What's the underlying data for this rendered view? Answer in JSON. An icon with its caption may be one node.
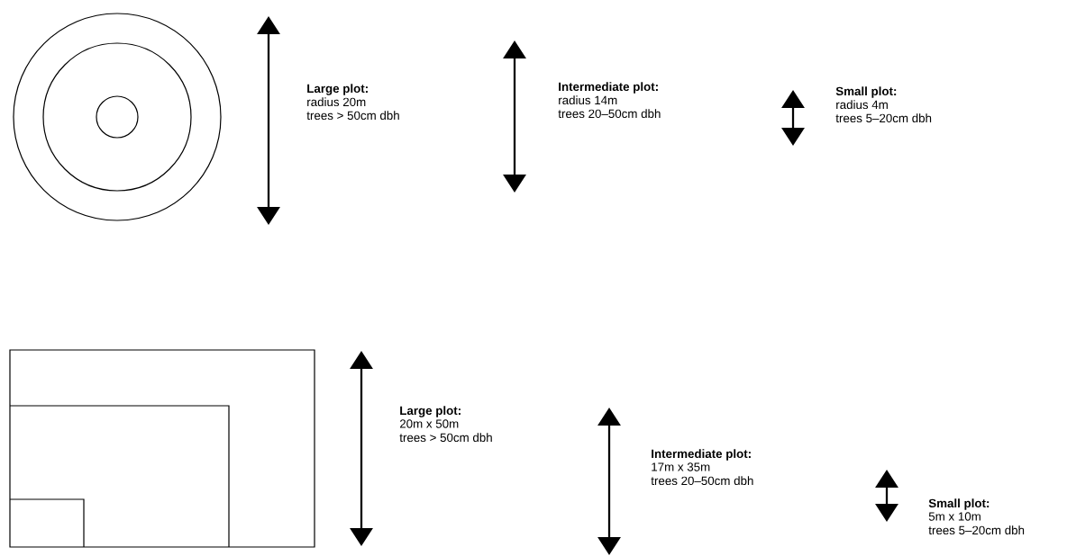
{
  "diagram": {
    "labels": [
      "Large plot:",
      "radius 20m",
      "trees > 50cm dbh",
      "Intermediate plot:",
      "radius 14m",
      "trees 20–50cm dbh",
      "Small plot:",
      "radius 4m",
      "trees 5–20cm dbh",
      "Large plot:",
      "20m x 50m",
      "trees > 50cm dbh",
      "Intermediate plot:",
      "17m x 35m",
      "trees 20–50cm dbh",
      "Small plot:",
      "5m x 10m",
      "trees 5–20cm dbh"
    ]
  }
}
